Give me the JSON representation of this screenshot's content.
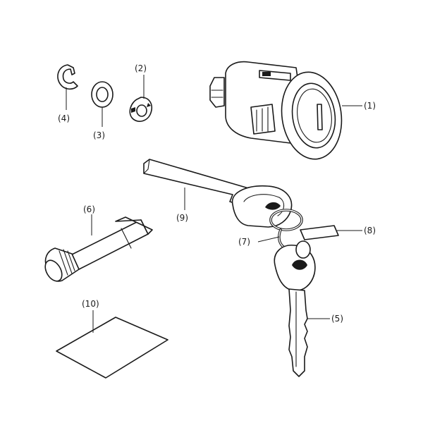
{
  "callouts": {
    "lock_cylinder": "(1)",
    "e_clip": "(4)",
    "washer": "(3)",
    "lock_washer": "(2)",
    "grease_tube": "(6)",
    "key_tag": "(9)",
    "key_ring": "(7)",
    "key_tab": "(8)",
    "key": "(5)",
    "sheet": "(10)"
  }
}
